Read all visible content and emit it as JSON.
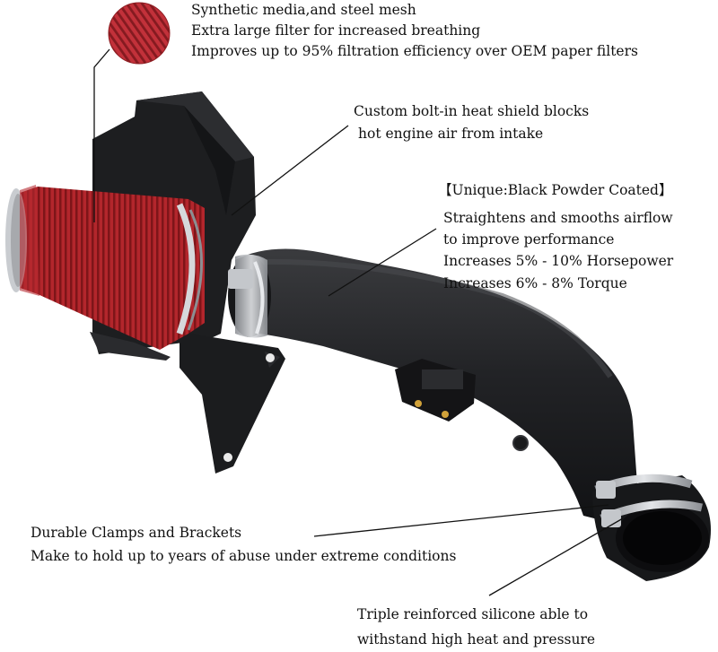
{
  "filter_media": {
    "line1": "Synthetic media,and steel mesh",
    "line2": "Extra large filter for increased breathing",
    "line3": "Improves up to 95% filtration efficiency over OEM paper filters"
  },
  "heat_shield": {
    "line1": "Custom bolt-in heat shield blocks",
    "line2": "hot engine air from intake"
  },
  "tube": {
    "heading": "【Unique:Black Powder Coated】",
    "line1": "Straightens and smooths airflow",
    "line2": "to improve performance",
    "line3": "Increases 5% - 10% Horsepower",
    "line4": "Increases 6% - 8%  Torque"
  },
  "clamps": {
    "line1": "Durable Clamps and Brackets",
    "line2": "Make to hold up to years of abuse under extreme conditions"
  },
  "silicone": {
    "line1": "Triple reinforced silicone able to",
    "line2": "withstand high heat and pressure"
  },
  "colors": {
    "filter_red": "#b3262c",
    "body_black": "#1c1c1e",
    "clamp_silver": "#b9bcc0"
  }
}
